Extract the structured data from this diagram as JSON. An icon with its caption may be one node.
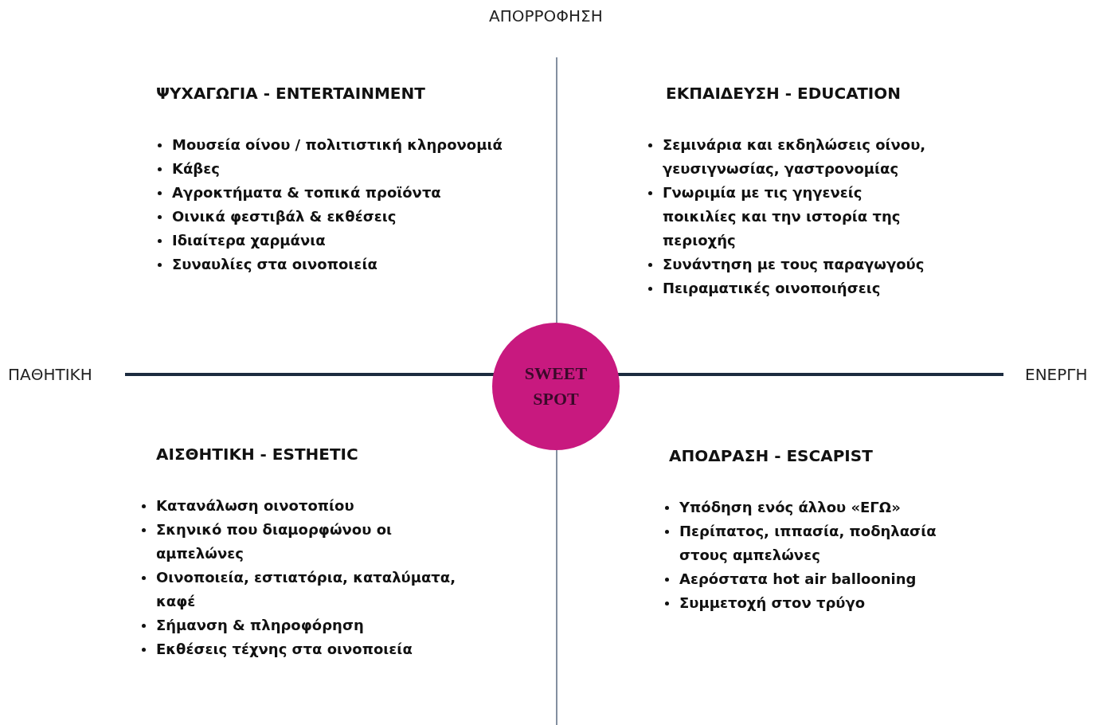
{
  "diagram": {
    "nodes": [
      {
        "text": [
          "SWEET SPOT"
        ]
      }
    ],
    "edges": [],
    "labels": [
      "ΑΠΟΡΡΟΦΗΣΗ",
      "ΠΑΘΗΤΙΚΗ",
      "ΕΝΕΡΓΗ",
      "ΨΥΧΑΓΩΓΙΑ - ENTERTAINMENT",
      "Μουσεία οίνου / πολιτιστική κληρονομιά",
      "Κάβες",
      "Αγροκτήματα & τοπικά προϊόντα",
      "Οινικά φεστιβάλ & εκθέσεις",
      "Ιδιαίτερα χαρμάνια",
      "Συναυλίες στα οινοποιεία",
      "ΕΚΠΑΙΔΕΥΣΗ - EDUCATION",
      "Σεμινάρια και εκδηλώσεις οίνου, γευσιγνωσίας, γαστρονομίας",
      "Γνωριμία με τις γηγενείς ποικιλίες και την ιστορία της περιοχής",
      "Συνάντηση με τους παραγωγούς",
      "Πειραματικές οινοποιήσεις",
      "ΑΙΣΘΗΤΙΚΗ - ESTHETIC",
      "Κατανάλωση οινοτοπίου",
      "Σκηνικό που διαμορφώνου οι αμπελώνες",
      "Οινοποιεία, εστιατόρια, καταλύματα, καφέ",
      "Σήμανση & πληροφόρηση",
      "Εκθέσεις τέχνης στα οινοποιεία",
      "ΑΠΟΔΡΑΣΗ - ESCAPIST",
      "Υπόδηση ενός άλλου «ΕΓΩ»",
      "Περίπατος, ιππασία, ποδηλασία στους αμπελώνες",
      "Αερόστατα hot air ballooning",
      "Συμμετοχή στον τρύγο"
    ]
  }
}
